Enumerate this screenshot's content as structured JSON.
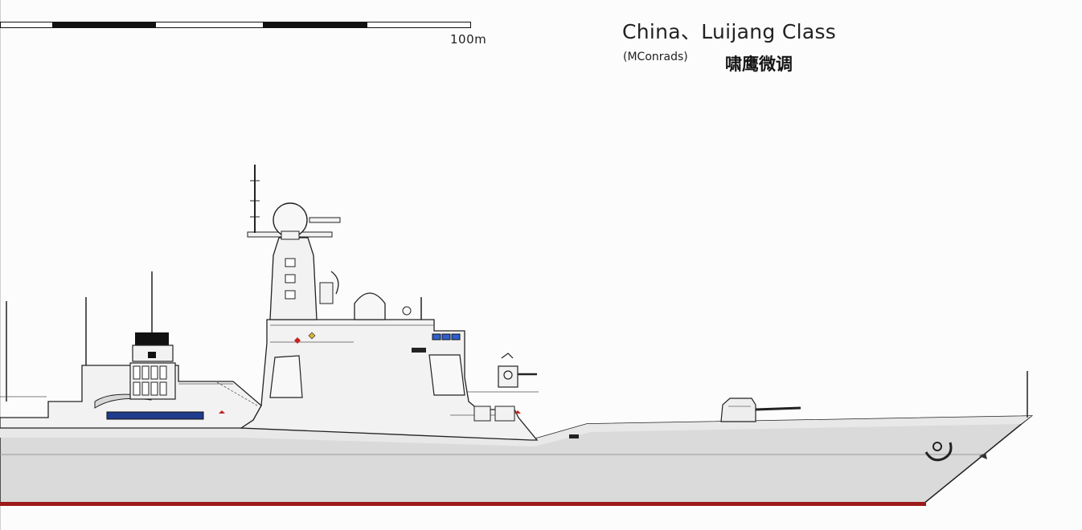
{
  "scale": {
    "label": "100m"
  },
  "caption": {
    "title": "China、Luijang Class",
    "author": "(MConrads)",
    "watermark": "啸鹰微调"
  },
  "colors": {
    "hull": "#dadada",
    "superstructure": "#f2f2f2",
    "outline": "#222222",
    "waterline": "#9c1a1a",
    "funnel_cap": "#111111",
    "boat": "#1f3c8c",
    "windows": "#2f5fcf",
    "markings": "#c42222"
  },
  "icons": [
    "mast-icon",
    "radome-icon",
    "radar-dish-icon",
    "gun-turret-icon",
    "anchor-icon",
    "funnel-icon",
    "lifeboat-icon"
  ]
}
